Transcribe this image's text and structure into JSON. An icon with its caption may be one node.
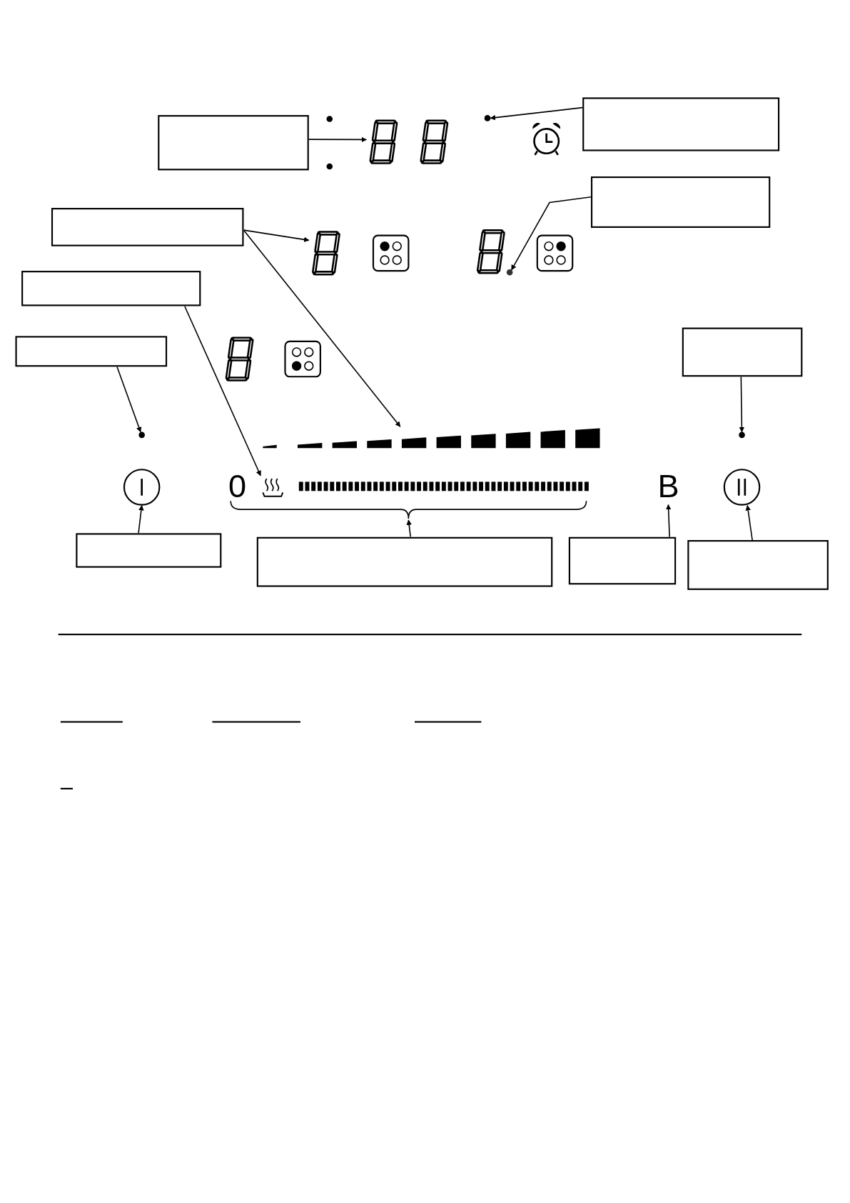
{
  "diagram": {
    "nodes": [
      {
        "text": [],
        "shape": "box"
      },
      {
        "text": [],
        "shape": "digits"
      },
      {
        "text": [],
        "shape": "circle"
      },
      {
        "text": [],
        "shape": "box"
      },
      {
        "text": [],
        "shape": "box"
      },
      {
        "text": [],
        "shape": "circle"
      },
      {
        "text": [],
        "shape": "box"
      },
      {
        "text": [],
        "shape": "digits"
      },
      {
        "text": [],
        "shape": "box"
      },
      {
        "text": [],
        "shape": "box"
      },
      {
        "text": [],
        "shape": "box"
      },
      {
        "text": [],
        "shape": "circle"
      },
      {
        "text": [],
        "shape": "circle"
      },
      {
        "text": [],
        "shape": "bar"
      },
      {
        "text": [],
        "shape": "icon"
      },
      {
        "text": [],
        "shape": "circle"
      },
      {
        "text": [],
        "shape": "circle"
      },
      {
        "text": [
          "B"
        ]
      },
      {
        "text": [],
        "shape": "brace"
      },
      {
        "text": [],
        "shape": "box"
      },
      {
        "text": [],
        "shape": "box"
      },
      {
        "text": [],
        "shape": "box"
      },
      {
        "text": [],
        "shape": "box"
      }
    ],
    "edges": [
      {
        "from": 0,
        "to": 1,
        "arrow": "to"
      },
      {
        "from": 3,
        "to": 2,
        "arrow": "to"
      },
      {
        "from": 4,
        "to": 5,
        "arrow": "to"
      },
      {
        "from": 6,
        "to": 7,
        "arrow": "to"
      },
      {
        "from": 6,
        "to": 13,
        "arrow": "to"
      },
      {
        "from": 8,
        "to": 14,
        "arrow": "to"
      },
      {
        "from": 9,
        "to": 11,
        "arrow": "to"
      },
      {
        "from": 10,
        "to": 12,
        "arrow": "to"
      },
      {
        "from": 19,
        "to": 15,
        "arrow": "to"
      },
      {
        "from": 20,
        "to": 18,
        "arrow": "to"
      },
      {
        "from": 21,
        "to": 17,
        "arrow": "to"
      },
      {
        "from": 22,
        "to": 16,
        "arrow": "to"
      }
    ],
    "labels": [
      "0"
    ]
  }
}
